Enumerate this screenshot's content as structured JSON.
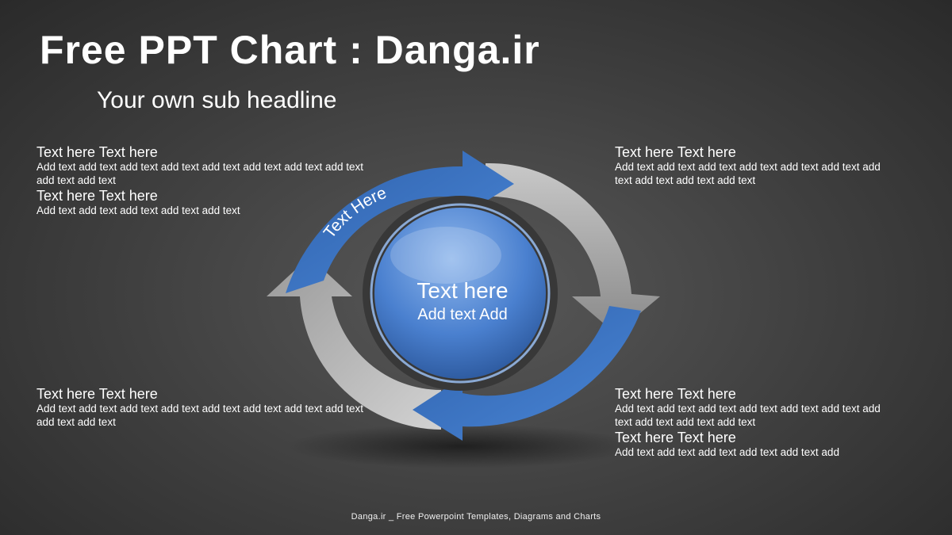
{
  "title": "Free PPT Chart : Danga.ir",
  "subtitle": "Your own sub headline",
  "blocks": {
    "top_left": [
      {
        "head": "Text here Text here",
        "body": "Add text add text add text add text add text add text add text add text add text add text"
      },
      {
        "head": "Text here Text here",
        "body": "Add text add text add text add text add text"
      }
    ],
    "top_right": [
      {
        "head": "Text here Text here",
        "body": "Add text add text add text add text add text add text add text add text add text add text"
      }
    ],
    "bottom_left": [
      {
        "head": "Text here Text here",
        "body": "Add text add text add text add text add text add text add text add text add text add text"
      }
    ],
    "bottom_right": [
      {
        "head": "Text here Text here",
        "body": "Add text add text add text add text add text add text add text add text add text add text"
      },
      {
        "head": "Text here Text here",
        "body": "Add text add text add text add text add text add"
      }
    ]
  },
  "diagram": {
    "arrow_label": "Text Here",
    "center_title": "Text here",
    "center_body": "Add text Add"
  },
  "footer": "Danga.ir _ Free Powerpoint Templates, Diagrams and Charts",
  "colors": {
    "accent_blue": "#3b74c4",
    "arrow_gray": "#a8a8a8",
    "background": "#3e3e3e"
  }
}
